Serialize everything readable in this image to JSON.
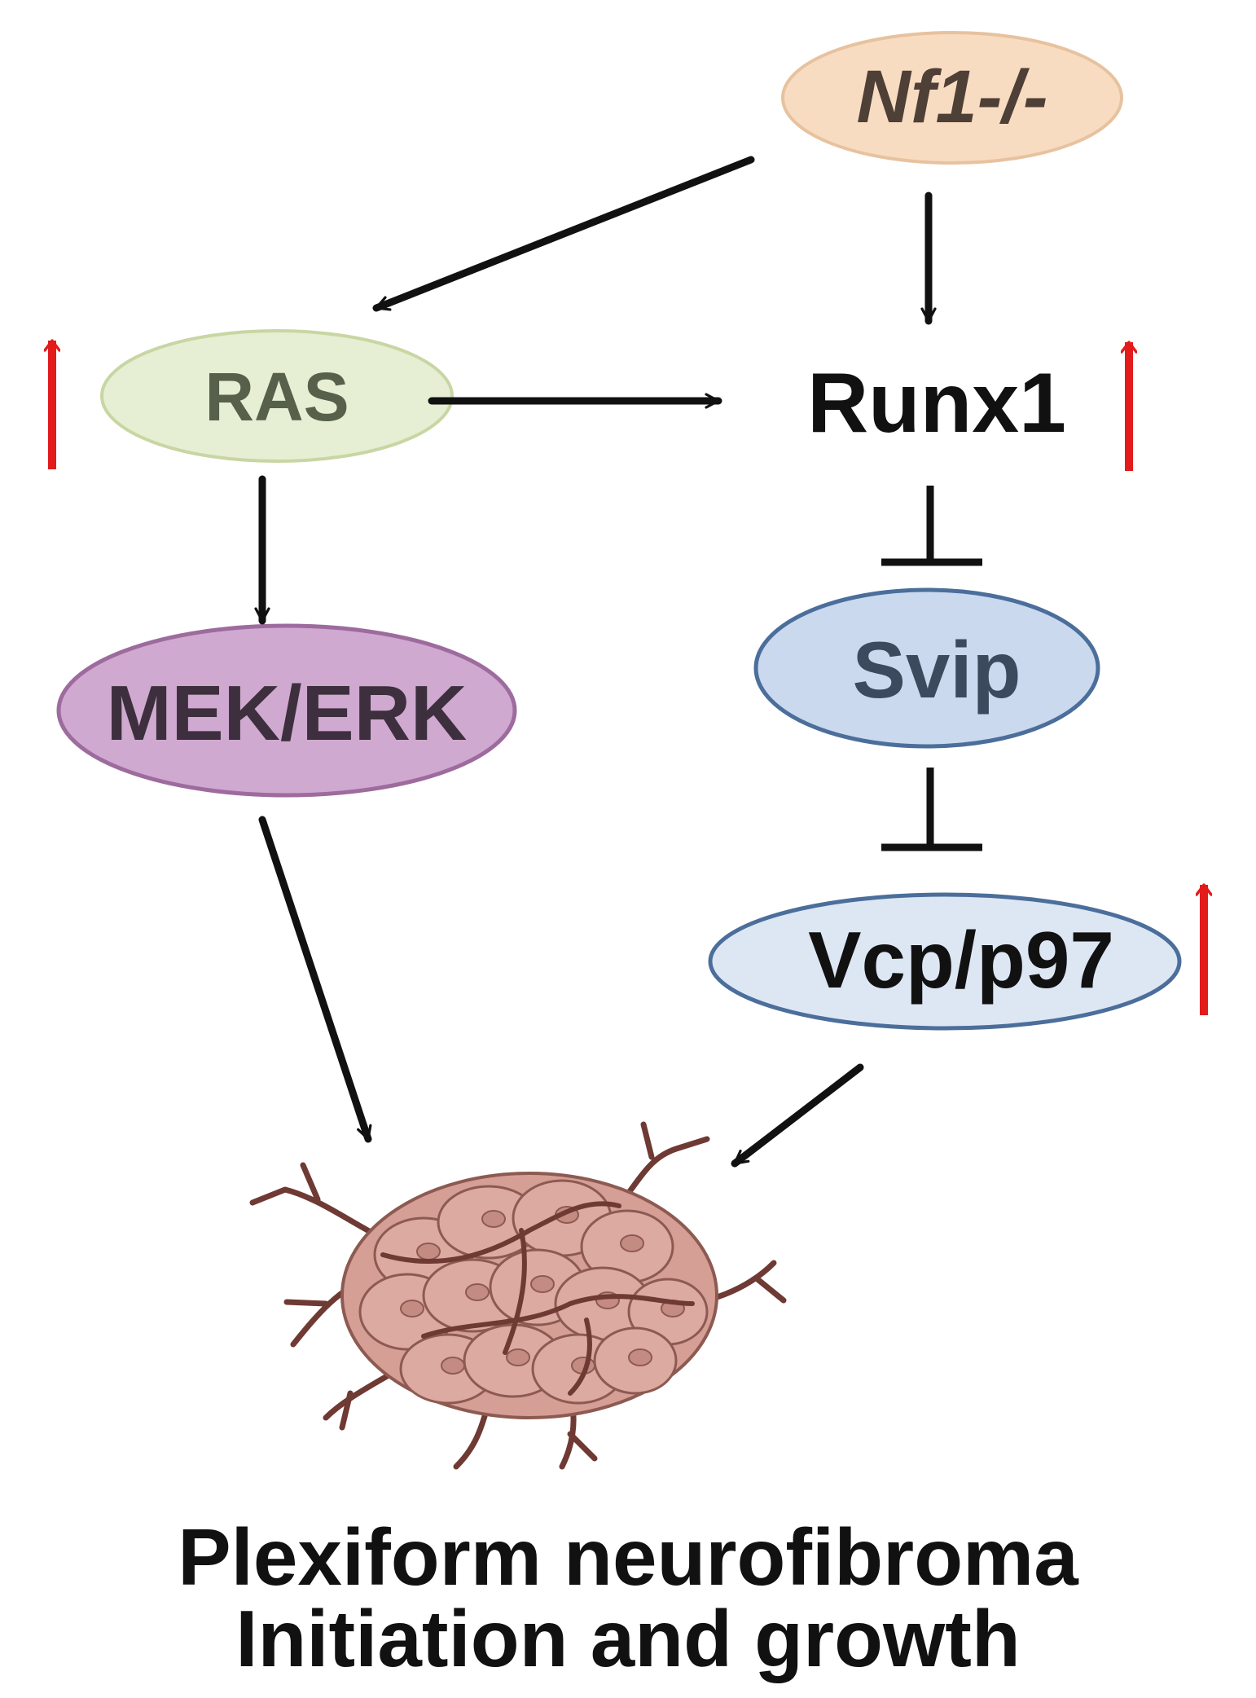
{
  "nodes": {
    "nf1": {
      "label": "Nf1-/-",
      "fill": "#f8dcc1",
      "stroke": "#e7c29f",
      "text_color": "#4e3f37"
    },
    "ras": {
      "label": "RAS",
      "fill": "#e6efd3",
      "stroke": "#c8d6a3",
      "text_color": "#56604a"
    },
    "runx1": {
      "label": "Runx1",
      "text_color": "#111111"
    },
    "mek_erk": {
      "label": "MEK/ERK",
      "fill": "#cfa9cf",
      "stroke": "#9d6b9d",
      "text_color": "#3d2f3d"
    },
    "svip": {
      "label": "Svip",
      "fill": "#cad9ee",
      "stroke": "#4b6e9b",
      "text_color": "#3b4a5c"
    },
    "vcp": {
      "label": "Vcp/p97",
      "fill": "#dde7f4",
      "stroke": "#4b6e9b",
      "text_color": "#111111"
    }
  },
  "colors": {
    "arrow": "#111111",
    "upregulated": "#e31b1b",
    "tumor_fill": "#d59f96",
    "tumor_stroke": "#8d5a52",
    "vessel": "#6e3a33"
  },
  "caption": {
    "line1": "Plexiform neurofibroma",
    "line2": "Initiation and growth"
  }
}
